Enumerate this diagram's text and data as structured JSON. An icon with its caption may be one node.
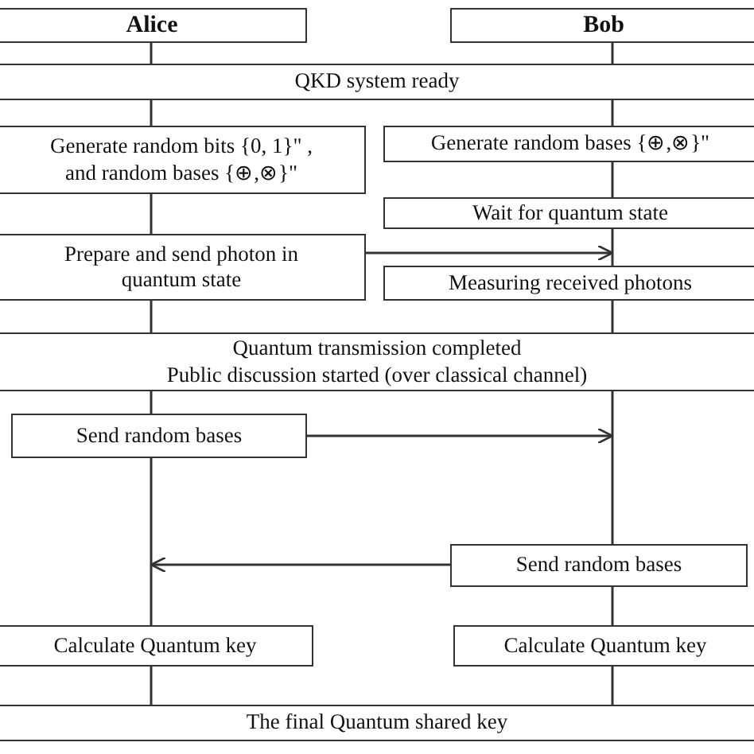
{
  "diagram": {
    "nodes": [
      {
        "text": [
          "Alice"
        ]
      },
      {
        "text": [
          "Bob"
        ]
      },
      {
        "text": [
          "QKD system ready"
        ]
      },
      {
        "text": [
          "Generate random bits {0, 1}\" , and random bases {⊕,⊗}\""
        ]
      },
      {
        "text": [
          "Generate random bases {⊕,⊗}\""
        ]
      },
      {
        "text": [
          "Wait for quantum state"
        ]
      },
      {
        "text": [
          "Prepare and send photon in quantum state"
        ]
      },
      {
        "text": [
          "Measuring received photons"
        ]
      },
      {
        "text": [
          "Quantum transmission completed",
          "Public discussion started (over classical channel)"
        ]
      },
      {
        "text": [
          "Send random bases"
        ]
      },
      {
        "text": [
          "Send random bases"
        ]
      },
      {
        "text": [
          "Calculate Quantum key"
        ]
      },
      {
        "text": [
          "Calculate Quantum key"
        ]
      },
      {
        "text": [
          "The final Quantum shared key"
        ]
      }
    ],
    "edges": [
      {
        "from": 0,
        "to": 2,
        "arrow": "none"
      },
      {
        "from": 1,
        "to": 2,
        "arrow": "none"
      },
      {
        "from": 2,
        "to": 3,
        "arrow": "none"
      },
      {
        "from": 2,
        "to": 4,
        "arrow": "none"
      },
      {
        "from": 3,
        "to": 6,
        "arrow": "none"
      },
      {
        "from": 4,
        "to": 5,
        "arrow": "none"
      },
      {
        "from": 5,
        "to": 7,
        "arrow": "none"
      },
      {
        "from": 6,
        "to": 5,
        "arrow": "to"
      },
      {
        "from": 6,
        "to": 8,
        "arrow": "none"
      },
      {
        "from": 7,
        "to": 8,
        "arrow": "none"
      },
      {
        "from": 8,
        "to": 9,
        "arrow": "none"
      },
      {
        "from": 8,
        "to": 10,
        "arrow": "none"
      },
      {
        "from": 9,
        "to": null,
        "arrow": "to"
      },
      {
        "from": 9,
        "to": 11,
        "arrow": "none"
      },
      {
        "from": 10,
        "to": null,
        "arrow": "to"
      },
      {
        "from": 10,
        "to": 12,
        "arrow": "none"
      },
      {
        "from": 11,
        "to": 13,
        "arrow": "none"
      },
      {
        "from": 12,
        "to": 13,
        "arrow": "none"
      }
    ]
  }
}
